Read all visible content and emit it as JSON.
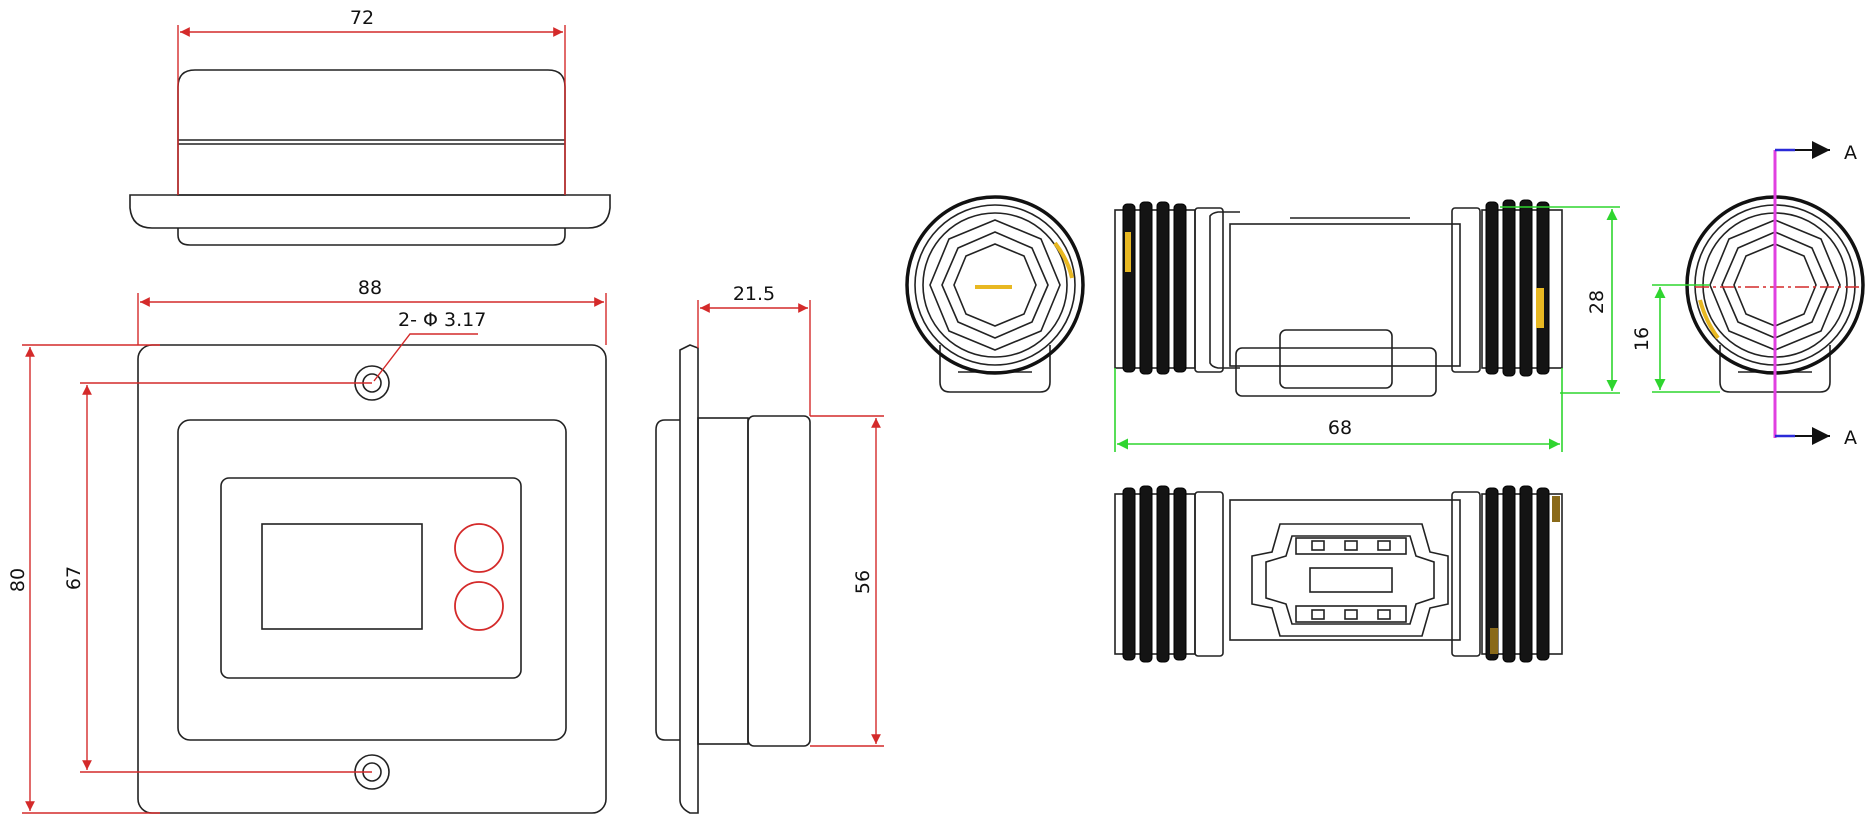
{
  "colors": {
    "outline": "#222222",
    "dimension_red": "#d42a2a",
    "dimension_green": "#2fd52f",
    "section_magenta": "#e040e0",
    "section_blue": "#2a2ad8",
    "accent_yellow": "#e8b822"
  },
  "left_drawing": {
    "top_view": {
      "width_label": "72"
    },
    "front_view": {
      "width_label": "88",
      "hole_label": "2- Φ 3.17",
      "height_label": "80",
      "hole_spacing_label": "67"
    },
    "side_view": {
      "depth_label": "21.5",
      "body_height_label": "56"
    }
  },
  "right_drawing": {
    "side_view": {
      "height_label": "28",
      "length_label": "68"
    },
    "section_view": {
      "offset_label": "16",
      "section_top_label": "A",
      "section_bottom_label": "A"
    }
  }
}
